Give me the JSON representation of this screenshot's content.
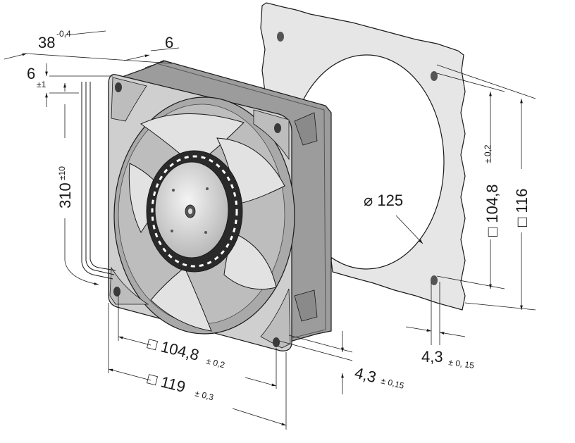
{
  "dimensions": {
    "depth_38": {
      "value": "38",
      "tol": "-0,4"
    },
    "flange_6": {
      "value": "6"
    },
    "lead_offset_6": {
      "value": "6",
      "tol": "±1"
    },
    "lead_length_310": {
      "value": "310",
      "tol": "±10"
    },
    "grille_diameter": {
      "value": "⌀ 125"
    },
    "hole_spacing_front": {
      "value": "□ 104,8",
      "tol": "± 0,2"
    },
    "hole_spacing_grille": {
      "value": "□ 104,8",
      "tol": "± 0,2"
    },
    "grille_size": {
      "value": "□ 116"
    },
    "frame_size": {
      "value": "□ 119",
      "tol": "± 0,3"
    },
    "hole_dia_front": {
      "value": "4,3",
      "tol": "± 0,15"
    },
    "hole_dia_grille": {
      "value": "4,3",
      "tol": "± 0, 15"
    }
  },
  "colors": {
    "frame": "#c9c9c9",
    "frame_dark": "#8f8f8f",
    "blade": "#d8d8d8",
    "hub": "#e6e6e6",
    "grille": "#e4e4e4",
    "ink": "#1a1a1a"
  }
}
